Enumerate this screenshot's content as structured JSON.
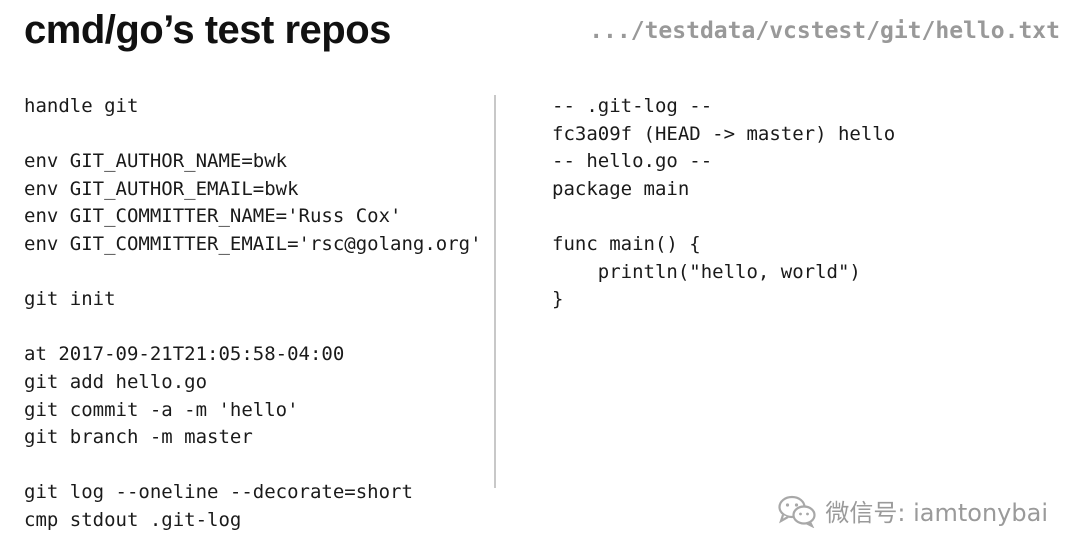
{
  "header": {
    "title": "cmd/go’s test repos",
    "path": ".../testdata/vcstest/git/hello.txt"
  },
  "left_code": {
    "lines": [
      "handle git",
      "",
      "env GIT_AUTHOR_NAME=bwk",
      "env GIT_AUTHOR_EMAIL=bwk",
      "env GIT_COMMITTER_NAME='Russ Cox'",
      "env GIT_COMMITTER_EMAIL='rsc@golang.org'",
      "",
      "git init",
      "",
      "at 2017-09-21T21:05:58-04:00",
      "git add hello.go",
      "git commit -a -m 'hello'",
      "git branch -m master",
      "",
      "git log --oneline --decorate=short",
      "cmp stdout .git-log"
    ]
  },
  "right_code": {
    "lines": [
      "-- .git-log --",
      "fc3a09f (HEAD -> master) hello",
      "-- hello.go --",
      "package main",
      "",
      "func main() {",
      "    println(\"hello, world\")",
      "}"
    ]
  },
  "watermark": {
    "text": "微信号: iamtonybai",
    "icon": "wechat-icon"
  }
}
